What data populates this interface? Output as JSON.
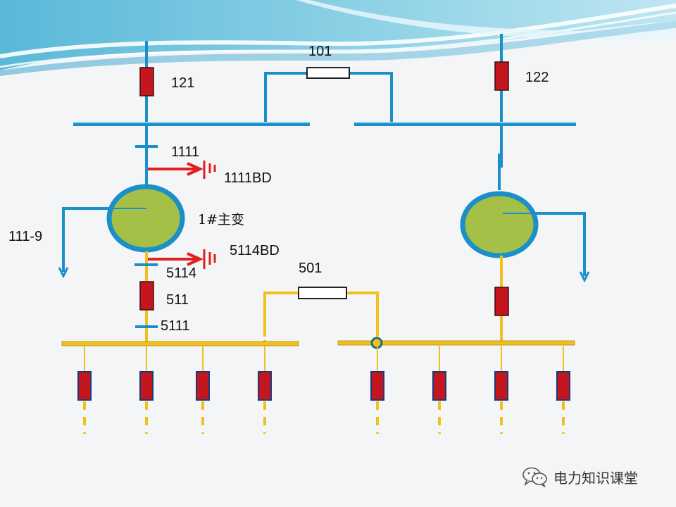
{
  "labels": {
    "b121": "121",
    "b101": "101",
    "b122": "122",
    "b1111": "1111",
    "b1111bd": "1111BD",
    "t1": "1#主变",
    "b111_9": "111-9",
    "b5114bd": "5114BD",
    "b5114": "5114",
    "b501": "501",
    "b511": "511",
    "b5111": "5111"
  },
  "watermark": {
    "text": "电力知识课堂"
  },
  "colors": {
    "hv_line": "#1a8fc8",
    "lv_line": "#f2c01c",
    "breaker": "#c5161d",
    "transformer_fill": "#a4c046",
    "transformer_ring": "#1a8fc8",
    "grounding_arrow": "#e01f1f"
  }
}
